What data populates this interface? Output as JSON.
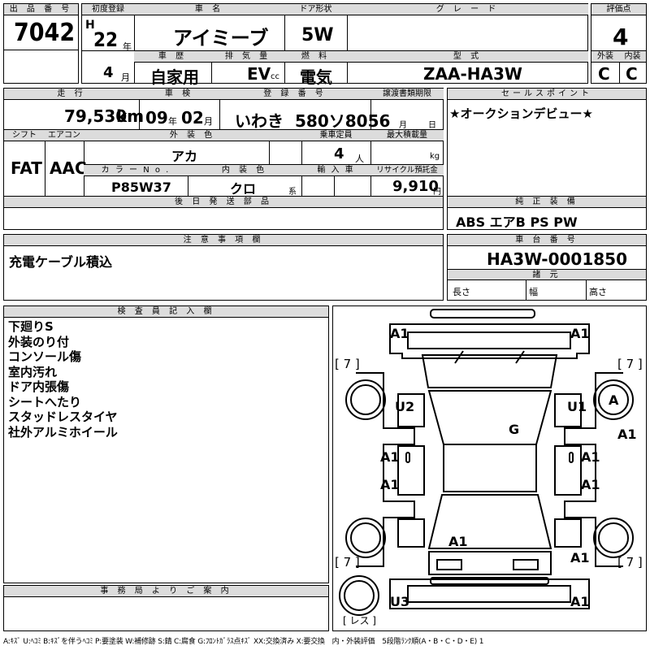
{
  "hdr": {
    "lot_no_label": "出 品 番 号",
    "lot_no": "7042",
    "first_reg_label": "初度登録",
    "era": "H",
    "year": "22",
    "year_unit": "年",
    "month": "4",
    "month_unit": "月",
    "car_name_label": "車 名",
    "car_name": "アイミーブ",
    "door_label": "ドア形状",
    "door": "5W",
    "grade_label": "グ レ ー ド",
    "grade": "",
    "score_label": "評価点",
    "score": "4",
    "history_label": "車 歴",
    "history": "自家用",
    "displacement_label": "排 気 量",
    "displacement": "EV",
    "cc": "cc",
    "fuel_label": "燃 料",
    "fuel": "電気",
    "model_label": "型 式",
    "model": "ZAA-HA3W",
    "ext_label": "外装",
    "ext_score": "C",
    "int_label": "内装",
    "int_score": "C"
  },
  "row2": {
    "mileage_label": "走 行",
    "mileage": "79,530",
    "km": "km",
    "inspection_label": "車 検",
    "insp_year": "09",
    "insp_year_unit": "年",
    "insp_month": "02",
    "insp_month_unit": "月",
    "plate_label": "登 録 番 号",
    "plate_area": "いわき",
    "plate_no": "580ソ8056",
    "transfer_label": "譲渡書類期限",
    "transfer_m": "月",
    "transfer_d": "日",
    "selling_label": "セールスポイント",
    "selling_text": "★オークションデビュー★"
  },
  "row3": {
    "shift_label": "シフト",
    "shift": "FAT",
    "ac_label": "エアコン",
    "ac": "AAC",
    "color_label": "外 装 色",
    "color": "アカ",
    "capacity_label": "乗車定員",
    "capacity": "4",
    "capacity_unit": "人",
    "load_label": "最大積載量",
    "load_unit": "kg",
    "color_no_label": "カ ラ ー N o .",
    "color_no": "P85W37",
    "int_color_label": "内 装 色",
    "int_color": "クロ",
    "int_color_unit": "系",
    "import_label": "輸 入 車",
    "recycle_label": "リサイクル預託金",
    "recycle": "9,910",
    "recycle_unit": "円"
  },
  "parts": {
    "later_label": "後 日 発 送 部 品",
    "later_text": "",
    "genuine_label": "純 正 装 備",
    "genuine_text": "ABS エアB PS PW"
  },
  "notes": {
    "label": "注 意 事 項 欄",
    "text": "充電ケーブル積込",
    "chassis_label": "車 台 番 号",
    "chassis": "HA3W-0001850",
    "dims_label": "諸 元",
    "length": "長さ",
    "width": "幅",
    "height": "高さ"
  },
  "inspector": {
    "label": "検 査 員 記 入 欄",
    "lines": [
      "下廻りS",
      "外装のり付",
      "コンソール傷",
      "室内汚れ",
      "ドア内張傷",
      "シートへたり",
      "スタッドレスタイヤ",
      "社外アルミホイール"
    ]
  },
  "office": {
    "label": "事 務 局 よ り ご 案 内",
    "text": ""
  },
  "diagram": {
    "marks": {
      "fl_corner": "A1",
      "fr_corner": "A1",
      "tl7": "[ 7 ]",
      "tr7": "[ 7 ]",
      "u2": "U2",
      "u1": "U1",
      "a_tire": "A",
      "g_glass": "G",
      "a1_right_edge": "A1",
      "a1_l1": "A1",
      "a1_r1": "A1",
      "a1_l2": "A1",
      "a1_r2": "A1",
      "a1_roof_rear": "A1",
      "bl7": "[ 7 ]",
      "br7": "[ 7 ]",
      "a1_rear_right": "A1",
      "u3": "U3",
      "a1_rear_bottom": "A1",
      "res": "[ レス ]"
    }
  },
  "legend": "A:ｷｽﾞ U:ﾍｺﾐ B:ｷｽﾞを伴うﾍｺﾐ P:要塗装 W:補修跡 S:錆 C:腐食 G:ﾌﾛﾝﾄｶﾞﾗｽ点ｷｽﾞ XX:交換済み X:要交換　内・外装評価　5段階ﾗﾝｸ順(A・B・C・D・E) 1"
}
